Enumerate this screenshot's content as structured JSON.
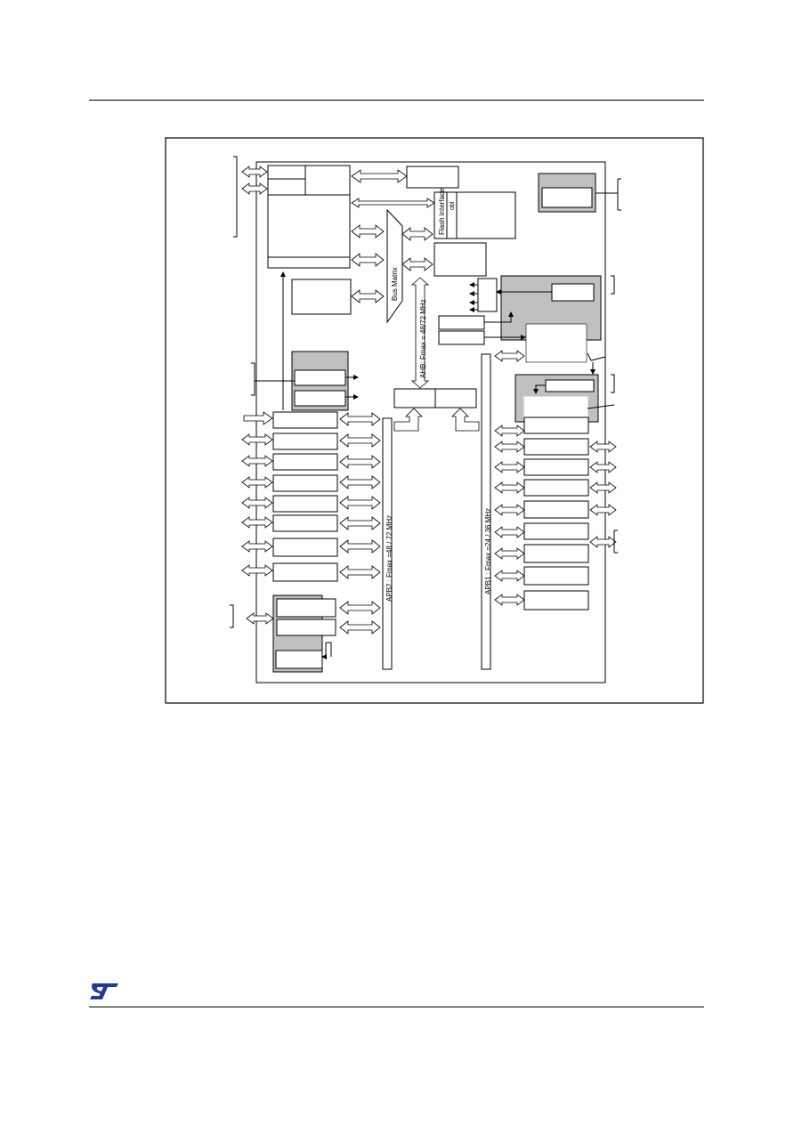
{
  "diagram": {
    "bus_matrix_label": "Bus Matrix",
    "flash_interface_label": "Flash interface",
    "flash_interface_prefix": "obl",
    "ahb_bus_label": "AHB: Fmax = 48/72 MHz",
    "apb2_bus_label": "APB2 : Fmax =48 / 72 MHz",
    "apb1_bus_label": "APB1 : Fmax =24 / 36 MHz"
  },
  "colors": {
    "line": "#000000",
    "shaded_block": "#c0c0c0",
    "box_fill": "#ffffff",
    "logo": "#1f3a93"
  },
  "logo": {
    "icon": "st-logo-icon"
  }
}
